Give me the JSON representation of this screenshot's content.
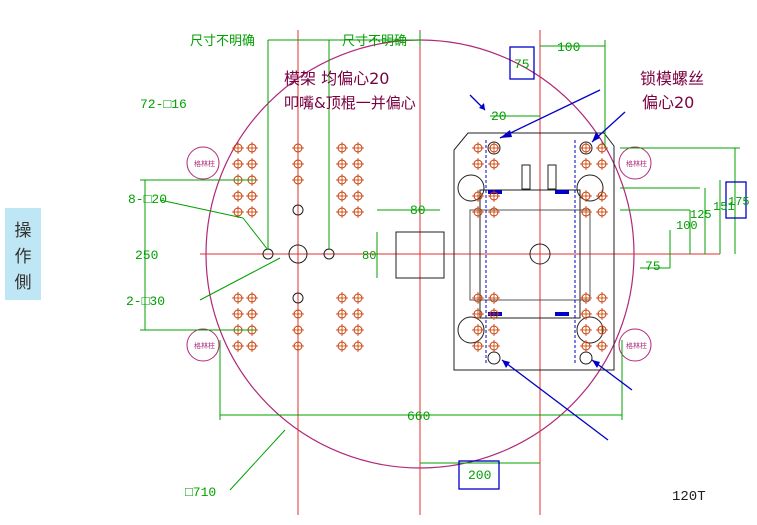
{
  "side_label": [
    "操",
    "作",
    "側"
  ],
  "title_text": "模架 均偏心20",
  "subtitle_text": "叩嘴&顶棍一并偏心",
  "lock_text_1": "锁模螺丝",
  "lock_text_2": "偏心20",
  "unclear_1": "尺寸不明确",
  "unclear_2": "尺寸不明确",
  "tiebar_label": "格林柱",
  "dim": {
    "d100": "100",
    "d75_box": "75",
    "d20": "20",
    "d72": "72-□16",
    "d8": "8-□20",
    "d250": "250",
    "d2": "2-□30",
    "d80h": "80",
    "d80v": "80",
    "d125": "125",
    "d100v": "100",
    "d151": "151",
    "d175": "175",
    "d75": "75",
    "d660": "660",
    "d200": "200",
    "d710": "□710"
  },
  "model": "120T",
  "colors": {
    "circle": "#b0287a",
    "dimension": "#00a000",
    "hole": "#c83a00",
    "blue": "#0000c8",
    "red": "#e03030",
    "dark": "#202020"
  }
}
